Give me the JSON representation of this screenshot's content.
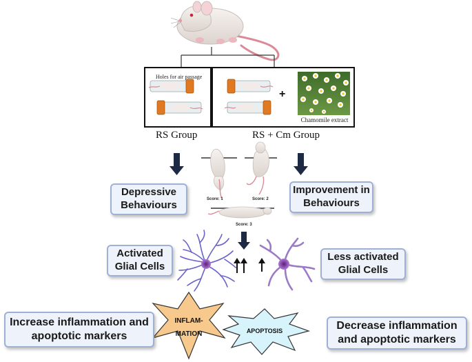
{
  "groups": {
    "rs_label": "RS Group",
    "rscm_label": "RS + Cm Group",
    "holes_note": "Holes for air passage",
    "plus": "+",
    "chamomile_caption": "Chamomile extract"
  },
  "scores": {
    "score1": "Score: 1",
    "score2": "Score: 2",
    "score3": "Score: 3"
  },
  "boxes": {
    "depressive": "Depressive Behaviours",
    "improvement": "Improvement in Behaviours",
    "activated": "Activated Glial Cells",
    "less_activated": "Less activated Glial Cells",
    "increase": "Increase inflammation and apoptotic markers",
    "decrease": "Decrease inflammation and apoptotic markers"
  },
  "stars": {
    "inflammation_line1": "INFLAM-",
    "inflammation_line2": "MATION",
    "apoptosis": "APOPTOSIS"
  },
  "colors": {
    "box_fill": "#eef2fa",
    "box_border": "#9eb0d6",
    "arrow": "#1e2a44",
    "orange_star": "#f7c98d",
    "blue_star": "#d7f3fb",
    "glia_blue": "#6a63c8",
    "glia_purple": "#9b7ac8",
    "tube_cap": "#e07a22"
  }
}
